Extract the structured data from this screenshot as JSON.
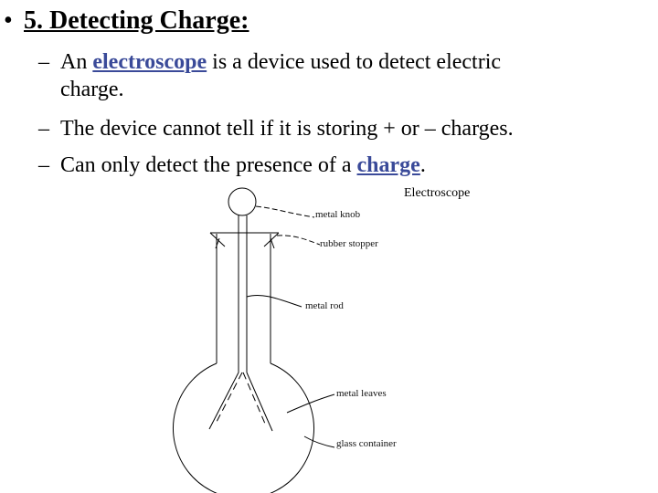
{
  "heading": {
    "bullet": "•",
    "title": "5.  Detecting Charge:"
  },
  "bullets": [
    {
      "dash": "–",
      "pre": "An ",
      "keyword": "electroscope",
      "post": " is a device used to detect electric",
      "cont": "charge."
    },
    {
      "dash": "–",
      "text": "The device cannot tell if it is storing + or – charges."
    },
    {
      "dash": "–",
      "pre": "Can only detect the presence of a ",
      "keyword": "charge",
      "post": "."
    }
  ],
  "diagram": {
    "title": "Electroscope",
    "labels": {
      "knob": "metal knob",
      "stopper": "rubber stopper",
      "rod": "metal rod",
      "leaves": "metal leaves",
      "container": "glass container"
    }
  }
}
